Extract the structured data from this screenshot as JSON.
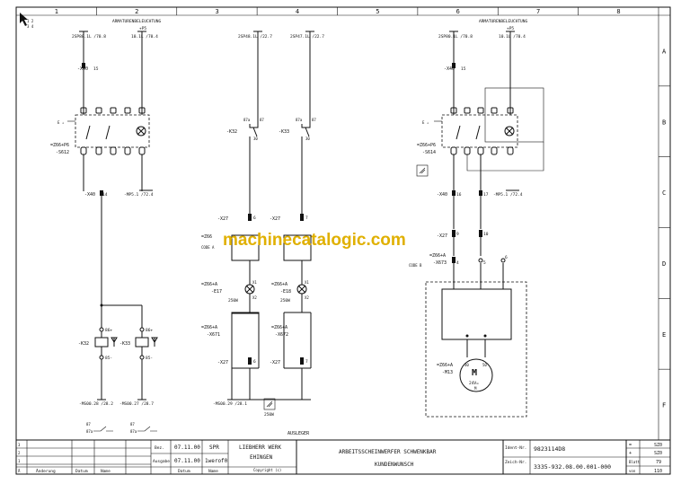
{
  "grid": {
    "columns": [
      "1",
      "2",
      "3",
      "4",
      "5",
      "6",
      "7",
      "8"
    ],
    "rows": [
      "A",
      "B",
      "C",
      "D",
      "E",
      "F"
    ]
  },
  "watermark": "machinecatalogic.com",
  "left_circuit": {
    "title": "ARMATURENBELEUCHTUNG",
    "supply": "+P5",
    "ref_a": "2SP80.1L /70.8",
    "ref_b": "10.1L /70.4",
    "x40": "-X40",
    "x40_pin": "15",
    "switch_eq": "=Z66+P6",
    "switch_id": "-S612",
    "x40_lower": "-X40",
    "x40_lower_pin": "14",
    "mp_ref": "-MP5.1 /72.4",
    "relay_a": "-K32",
    "relay_b": "-K33",
    "relay_plus": "86+",
    "relay_minus": "85-",
    "ms_a": "-MS00.28 /28.2",
    "ms_b": "-MS00.27 /28.7"
  },
  "center_circuit": {
    "ref_a": "2SP48.1L /22.7",
    "ref_b": "2SP47.1L /22.7",
    "relay_a": "-K32",
    "relay_b": "-K33",
    "contact_87a": "87a",
    "contact_87": "87",
    "contact_30": "30",
    "x27": "-X27",
    "plug_eq": "=Z66",
    "code_a": "CODE A",
    "lamp_eq_a": "=Z66+A",
    "lamp_a": "-E17",
    "lamp_eq_b": "=Z66+A",
    "lamp_b": "-E18",
    "lamp_rating": "250W",
    "x671_eq": "=Z66+A",
    "x671": "-X671",
    "x672_eq": "=Z66+A",
    "x672": "-X672",
    "ms_ref": "-MS00.29 /28.1",
    "note_icon_label": "250W",
    "section_label": "AUSLEGER"
  },
  "right_circuit": {
    "title": "ARMATURENBELEUCHTUNG",
    "supply": "+P5",
    "ref_a": "2SP80.1L /70.8",
    "ref_b": "10.1L /70.4",
    "x40": "-X40",
    "x40_pin": "15",
    "switch_eq": "=Z66+P6",
    "switch_id": "-S614",
    "x40_lower": "-X40",
    "mp_ref": "-MP5.1 /72.4",
    "x27": "-X27",
    "plug_eq": "=Z66+A",
    "plug_id": "-X673",
    "code": "CODE B",
    "motor_eq": "=Z66+A",
    "motor_id": "-M13",
    "motor_letter": "M",
    "motor_voltage": "24V=",
    "motor_pins": [
      "30",
      "50"
    ]
  },
  "title_block": {
    "date_label": "Bez.",
    "date_value": "07.11.00",
    "drawn_by": "SPR",
    "check_label": "Ausgabe",
    "check_date": "07.11.00",
    "check_by": "1werof0",
    "col_change": "Änderung",
    "col_date": "Datum",
    "col_name": "Name",
    "col_date2": "Datum",
    "col_name2": "Name",
    "company_line1": "LIEBHERR WERK",
    "company_line2": "EHINGEN",
    "copyright": "Copyright (c)",
    "title_line1": "ARBEITSSCHEINWERFER SCHWENKBAR",
    "title_line2": "KUNDENWUNSCH",
    "ident_label": "Ident-Nr.",
    "ident_value": "9823114D8",
    "drawing_label": "Zeich-Nr.",
    "drawing_value": "3335-932.08.00.001-000",
    "right_eq1": "=",
    "right_eq1_val": "SZ0",
    "right_eq2": "+",
    "right_eq2_val": "SZ0",
    "sheet_label": "Blatt",
    "sheet_value": "79",
    "total_label": "von",
    "total_value": "110"
  }
}
